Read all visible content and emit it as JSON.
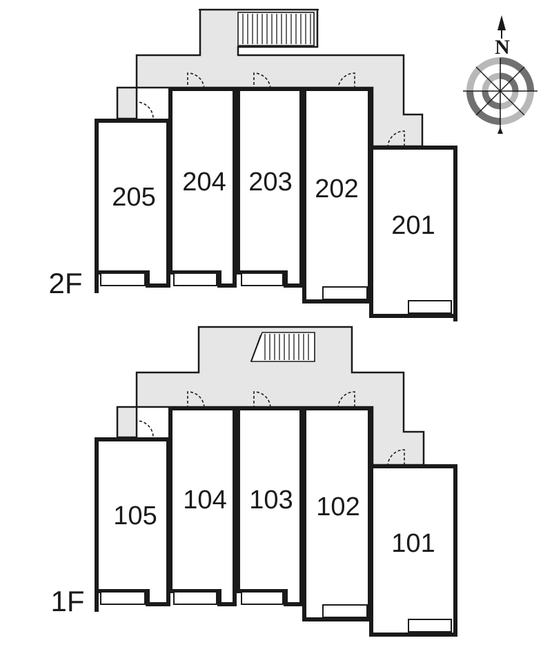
{
  "compass": {
    "north_label": "N"
  },
  "floors": [
    {
      "key": "2f",
      "label": "2F",
      "rooms": [
        "205",
        "204",
        "203",
        "202",
        "201"
      ]
    },
    {
      "key": "1f",
      "label": "1F",
      "rooms": [
        "105",
        "104",
        "103",
        "102",
        "101"
      ]
    }
  ]
}
